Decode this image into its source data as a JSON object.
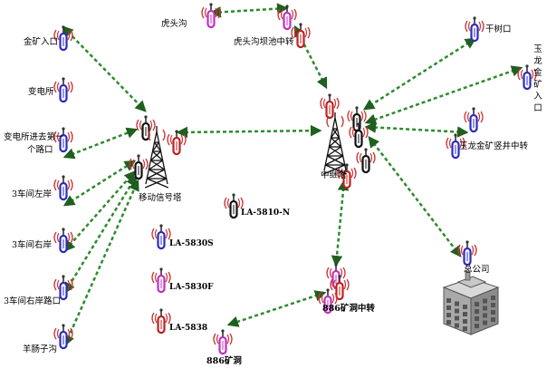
{
  "colors": {
    "blue": "#2b2bc0",
    "magenta": "#c030c0",
    "red": "#c02020",
    "black": "#111111",
    "link": "#2e8b2e",
    "arrow": "#1f5f1f"
  },
  "labels": {
    "jinkuang": "金矿入口",
    "biandian": "变电所",
    "biandian_road_1": "变电所进去第一",
    "biandian_road_2": "个路口",
    "c3_left": "3车间左岸",
    "c3_right": "3车间右岸",
    "c3_right_road": "3车间右岸路口",
    "yangchang": "羊肠子沟",
    "hutougou": "虎头沟",
    "hutou_relay": "虎头沟坝池中转",
    "ganshukou": "干树口",
    "yulong_entry": "玉龙金矿入口",
    "yulong_shaft": "玉龙金矿竖井中转",
    "mobile_tower": "移动信号塔",
    "relay_tower": "中继塔",
    "hq": "总公司",
    "cave886_relay": "886矿洞中转",
    "cave886": "886矿洞"
  },
  "legend": [
    {
      "model": "LA-5810-N",
      "color": "black"
    },
    {
      "model": "LA-5830S",
      "color": "blue"
    },
    {
      "model": "LA-5830F",
      "color": "magenta"
    },
    {
      "model": "LA-5838",
      "color": "red"
    }
  ],
  "icons": {
    "antenna": "antenna-icon",
    "tower": "signal-tower-icon",
    "building": "headquarters-building-icon"
  }
}
